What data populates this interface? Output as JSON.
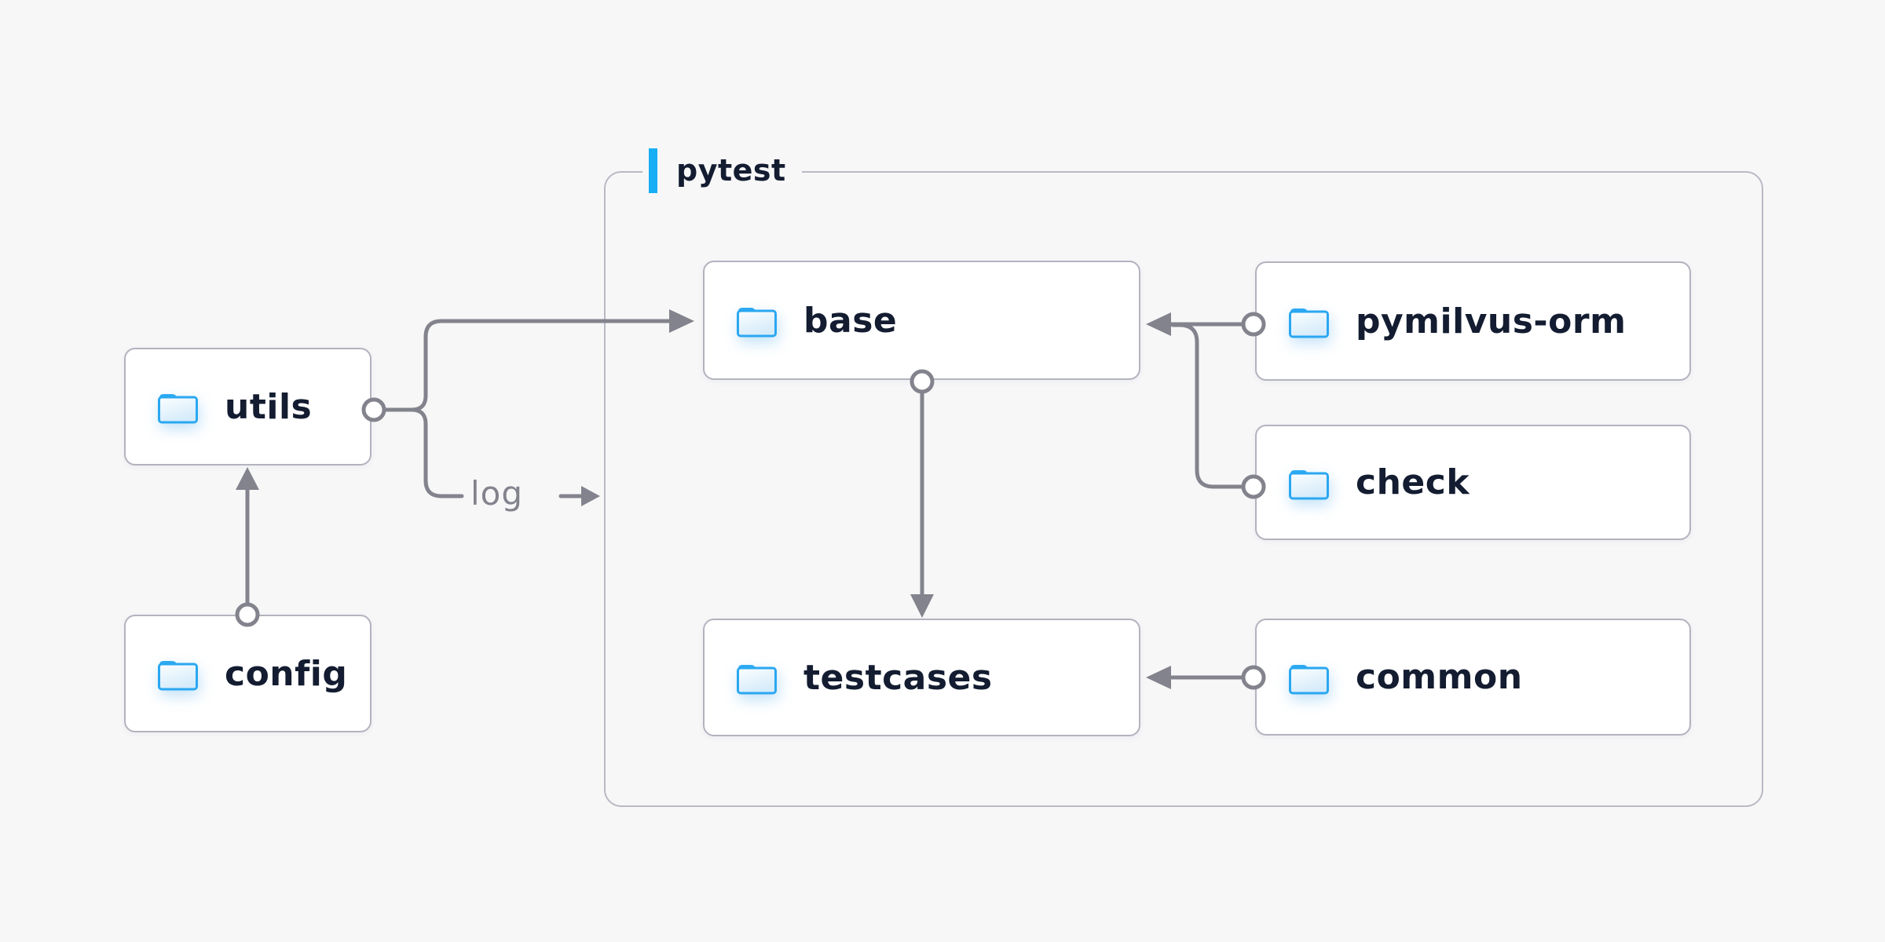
{
  "container": {
    "label": "pytest",
    "accent_color": "#18aef5"
  },
  "nodes": [
    {
      "id": "utils",
      "label": "utils",
      "icon": "folder-icon"
    },
    {
      "id": "config",
      "label": "config",
      "icon": "folder-icon"
    },
    {
      "id": "base",
      "label": "base",
      "icon": "folder-icon"
    },
    {
      "id": "testcases",
      "label": "testcases",
      "icon": "folder-icon"
    },
    {
      "id": "pymilvus-orm",
      "label": "pymilvus-orm",
      "icon": "folder-icon"
    },
    {
      "id": "check",
      "label": "check",
      "icon": "folder-icon"
    },
    {
      "id": "common",
      "label": "common",
      "icon": "folder-icon"
    }
  ],
  "edges": [
    {
      "from": "config",
      "to": "utils",
      "label": ""
    },
    {
      "from": "utils",
      "to": "base",
      "label": ""
    },
    {
      "from": "utils",
      "to": "pytest-container",
      "label": "log"
    },
    {
      "from": "base",
      "to": "testcases",
      "label": ""
    },
    {
      "from": "pymilvus-orm",
      "to": "base",
      "label": ""
    },
    {
      "from": "check",
      "to": "base",
      "label": ""
    },
    {
      "from": "common",
      "to": "testcases",
      "label": ""
    }
  ],
  "colors": {
    "background": "#f7f7f8",
    "box_background": "#ffffff",
    "box_border": "#b3b3bf",
    "connector_gray": "#83838d",
    "label_navy": "#131c30",
    "accent_blue": "#18aef5",
    "folder_blue": "#2aa7f1"
  }
}
